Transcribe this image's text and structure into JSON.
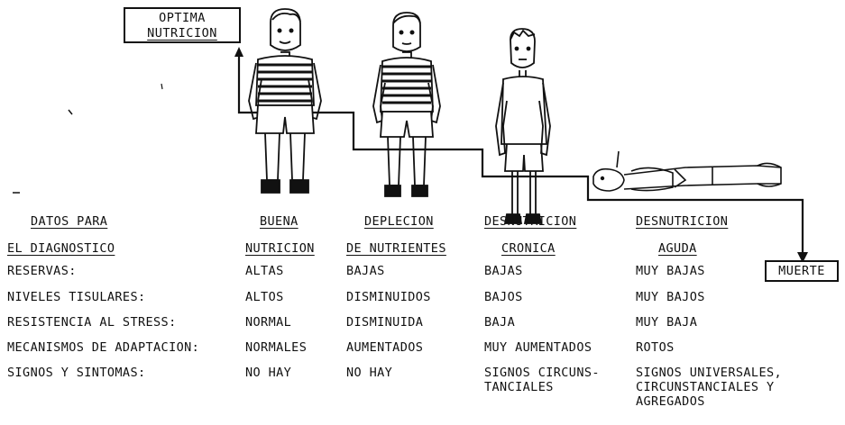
{
  "top_box": {
    "line1": "OPTIMA",
    "line2": "NUTRICION"
  },
  "end_box": {
    "label": "MUERTE"
  },
  "header": {
    "col0": {
      "line1": "DATOS PARA",
      "line2": "EL DIAGNOSTICO"
    },
    "col1": {
      "line1": "BUENA",
      "line2": "NUTRICION"
    },
    "col2": {
      "line1": "DEPLECION",
      "line2": "DE NUTRIENTES"
    },
    "col3": {
      "line1": "DESNUTRICION",
      "line2": "CRONICA"
    },
    "col4": {
      "line1": "DESNUTRICION",
      "line2": "AGUDA"
    }
  },
  "rows": [
    {
      "label": "RESERVAS:",
      "c1": "ALTAS",
      "c2": "BAJAS",
      "c3": "BAJAS",
      "c4": "MUY BAJAS"
    },
    {
      "label": "NIVELES TISULARES:",
      "c1": "ALTOS",
      "c2": "DISMINUIDOS",
      "c3": "BAJOS",
      "c4": "MUY BAJOS"
    },
    {
      "label": "RESISTENCIA AL STRESS:",
      "c1": "NORMAL",
      "c2": "DISMINUIDA",
      "c3": "BAJA",
      "c4": "MUY BAJA"
    },
    {
      "label": "MECANISMOS DE ADAPTACION:",
      "c1": "NORMALES",
      "c2": "AUMENTADOS",
      "c3": "MUY AUMENTADOS",
      "c4": "ROTOS"
    },
    {
      "label": "SIGNOS Y SINTOMAS:",
      "c1": "NO HAY",
      "c2": "NO HAY",
      "c3": [
        "SIGNOS CIRCUNS-",
        "TANCIALES"
      ],
      "c4": [
        "SIGNOS UNIVERSALES,",
        "CIRCUNSTANCIALES Y",
        "AGREGADOS"
      ]
    }
  ],
  "colors": {
    "ink": "#111111",
    "paper": "#ffffff"
  }
}
